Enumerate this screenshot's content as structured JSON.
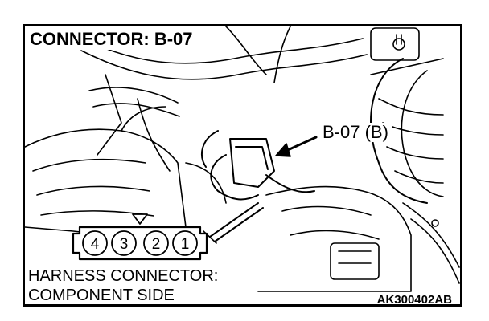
{
  "title": "CONNECTOR: B-07",
  "callout": "B-07 (B)",
  "harness_line1": "HARNESS CONNECTOR:",
  "harness_line2": "COMPONENT SIDE",
  "figure_code": "AK300402AB",
  "pins": [
    "4",
    "3",
    "2",
    "1"
  ],
  "colors": {
    "ink": "#000000",
    "paper": "#ffffff"
  }
}
